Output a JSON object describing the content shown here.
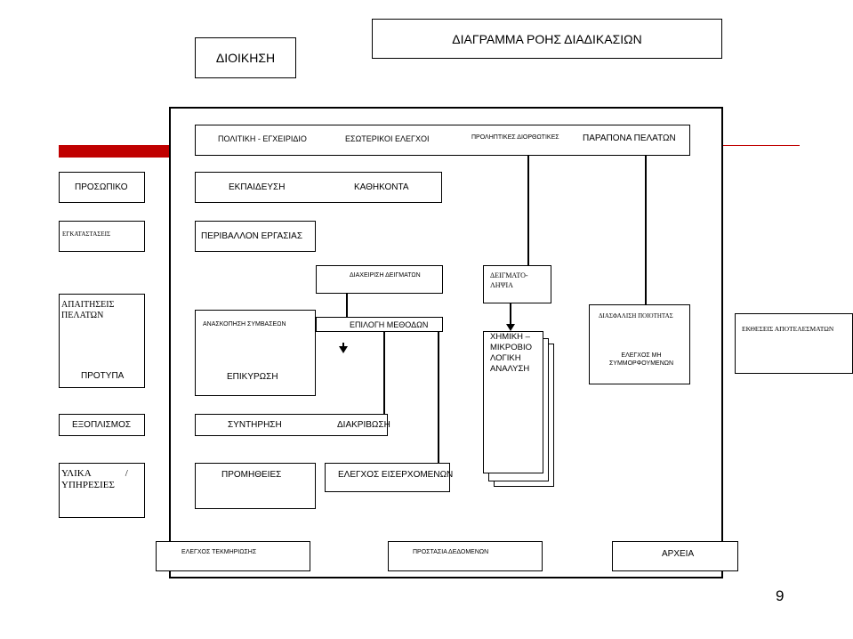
{
  "title": "ΔΙΑΓΡΑΜΜΑ ΡΟΗΣ ΔΙΑΔΙΚΑΣΙΩΝ",
  "management": "ΔΙΟΙΚΗΣΗ",
  "policy": {
    "policy_manual": "ΠΟΛΙΤΙΚΗ - ΕΓΧΕΙΡΙΔΙΟ",
    "internal_audits": "ΕΣΩΤΕΡΙΚΟΙ ΕΛΕΓΧΟΙ",
    "preventive_actions": "ΠΡΟΛΗΠΤΙΚΕΣ ΔΙΟΡΘΩΤΙΚΕΣ",
    "customer_complaints": "ΠΑΡΑΠΟΝΑ ΠΕΛΑΤΩΝ"
  },
  "staff": {
    "personnel": "ΠΡΟΣΩΠΙΚΟ",
    "training": "ΕΚΠΑΙΔΕΥΣΗ",
    "duties": "ΚΑΘΗΚΟΝΤΑ"
  },
  "facilities": {
    "facilities": "ΕΓΚΑΤΑΣΤΑΣΕΙΣ",
    "work_environment": "ΠΕΡΙΒΑΛΛΟΝ ΕΡΓΑΣΙΑΣ"
  },
  "samples": {
    "sample_handling": "ΔΙΑΧΕΙΡΙΣΗ ΔΕΙΓΜΑΤΩΝ",
    "sampling": "ΔΕΙΓΜΑΤΟ-ΛΗΨΙΑ"
  },
  "customer": {
    "requirements": "ΑΠΑΙΤΗΣΕΙΣ ΠΕΛΑΤΩΝ",
    "standards": "ΠΡΟΤΥΠΑ"
  },
  "contracts": {
    "review": "ΑΝΑΣΚΟΠΗΣΗ ΣΥΜΒΑΣΕΩΝ",
    "validation": "ΕΠΙΚΥΡΩΣΗ"
  },
  "methods": "ΕΠΙΛΟΓΗ ΜΕΘΟΔΩΝ",
  "analysis": "ΧΗΜΙΚΗ – ΜΙΚΡΟΒΙΟ ΛΟΓΙΚΗ ΑΝΑΛΥΣΗ",
  "quality": {
    "assurance": "ΔΙΑΣΦΑΛΙΣΗ ΠΟΙΟΤΗΤΑΣ",
    "nonconforming": "ΕΛΕΓΧΟΣ ΜΗ ΣΥΜΜΟΡΦΟΥΜΕΝΩΝ"
  },
  "reports": "ΕΚΘΕΣΕΙΣ ΑΠΟΤΕΛΕΣΜΑΤΩΝ",
  "equipment": {
    "equipment": "ΕΞΟΠΛΙΣΜΟΣ",
    "maintenance": "ΣΥΝΤΗΡΗΣΗ",
    "calibration": "ΔΙΑΚΡΙΒΩΣΗ"
  },
  "materials": {
    "materials_services": "ΥΛΙΚΑ / ΥΠΗΡΕΣΙΕΣ",
    "procurement": "ΠΡΟΜΗΘΕΙΕΣ",
    "incoming_control": "ΕΛΕΓΧΟΣ ΕΙΣΕΡΧΟΜΕΝΩΝ"
  },
  "records": {
    "document_control": "ΕΛΕΓΧΟΣ ΤΕΚΜΗΡΙΩΣΗΣ",
    "data_protection": "ΠΡΟΣΤΑΣΙΑ ΔΕΔΟΜΕΝΩΝ",
    "archives": "ΑΡΧΕΙΑ"
  },
  "page_number": "9",
  "colors": {
    "accent": "#c00000",
    "line": "#000000",
    "background": "#ffffff"
  }
}
